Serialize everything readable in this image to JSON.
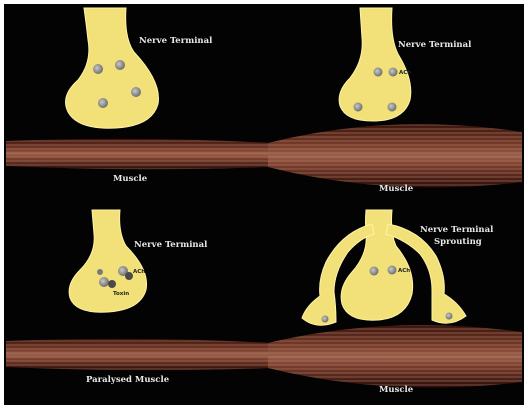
{
  "colors": {
    "background": "#030303",
    "terminal": "#f2e178",
    "terminal_edge": "#fff3a8",
    "muscle_dark": "#2b0d08",
    "muscle_mid": "#7a3e2c",
    "muscle_light": "#a8705a",
    "vesicle": "#8e8e8e"
  },
  "panels": [
    {
      "terminal_label": "Nerve Terminal",
      "muscle_label": "Muscle"
    },
    {
      "terminal_label": "Nerve Terminal",
      "vesicle_label": "ACh",
      "muscle_label": "Muscle"
    },
    {
      "terminal_label": "Nerve Terminal",
      "vesicle_label": "ACh",
      "toxin_label": "Toxin",
      "muscle_label": "Paralysed Muscle"
    },
    {
      "terminal_label_line1": "Nerve Terminal",
      "terminal_label_line2": "Sprouting",
      "vesicle_label": "ACh",
      "muscle_label": "Muscle"
    }
  ]
}
